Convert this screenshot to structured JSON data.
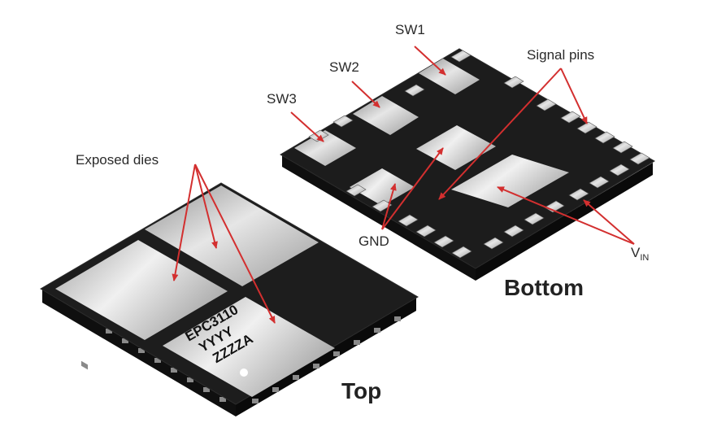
{
  "labels": {
    "sw1": "SW1",
    "sw2": "SW2",
    "sw3": "SW3",
    "signal_pins": "Signal pins",
    "exposed_dies": "Exposed dies",
    "gnd": "GND",
    "vin_main": "V",
    "vin_sub": "IN",
    "bottom": "Bottom",
    "top": "Top"
  },
  "chip_marking": {
    "line1": "EPC3110",
    "line2": "YYYY",
    "line3": "ZZZZA"
  },
  "colors": {
    "arrow": "#d32f2f",
    "package": "#1b1b1b",
    "die": "#c6c6c6"
  }
}
